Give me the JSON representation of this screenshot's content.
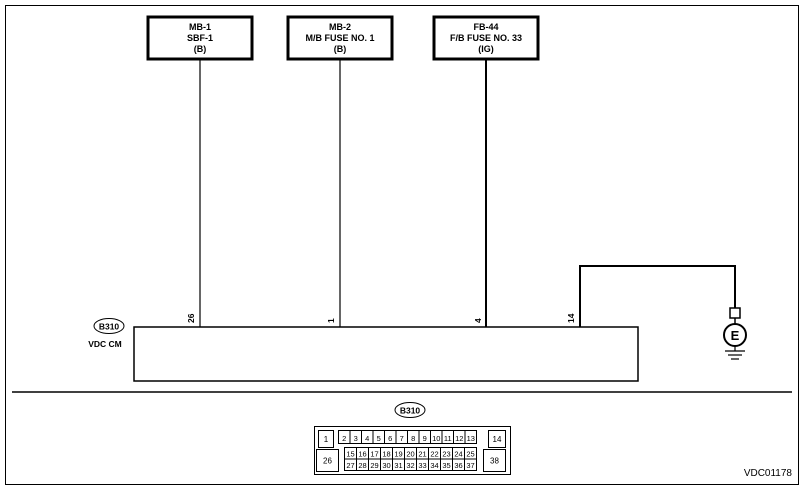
{
  "fuses": [
    {
      "line1": "MB-1",
      "line2": "SBF-1",
      "line3": "(B)"
    },
    {
      "line1": "MB-2",
      "line2": "M/B FUSE NO. 1",
      "line3": "(B)"
    },
    {
      "line1": "FB-44",
      "line2": "F/B FUSE NO. 33",
      "line3": "(IG)"
    }
  ],
  "module": {
    "connector": "B310",
    "name": "VDC CM"
  },
  "pins": [
    "26",
    "1",
    "4",
    "14"
  ],
  "ground": {
    "label": "E"
  },
  "connector_view": {
    "label": "B310",
    "top_left": "1",
    "top_row": [
      "2",
      "3",
      "4",
      "5",
      "6",
      "7",
      "8",
      "9",
      "10",
      "11",
      "12",
      "13"
    ],
    "top_right": "14",
    "bottom_left": "26",
    "mid_row": [
      "15",
      "16",
      "17",
      "18",
      "19",
      "20",
      "21",
      "22",
      "23",
      "24",
      "25"
    ],
    "bottom_row": [
      "27",
      "28",
      "29",
      "30",
      "31",
      "32",
      "33",
      "34",
      "35",
      "36",
      "37"
    ],
    "bottom_right": "38"
  },
  "figure_code": "VDC01178"
}
